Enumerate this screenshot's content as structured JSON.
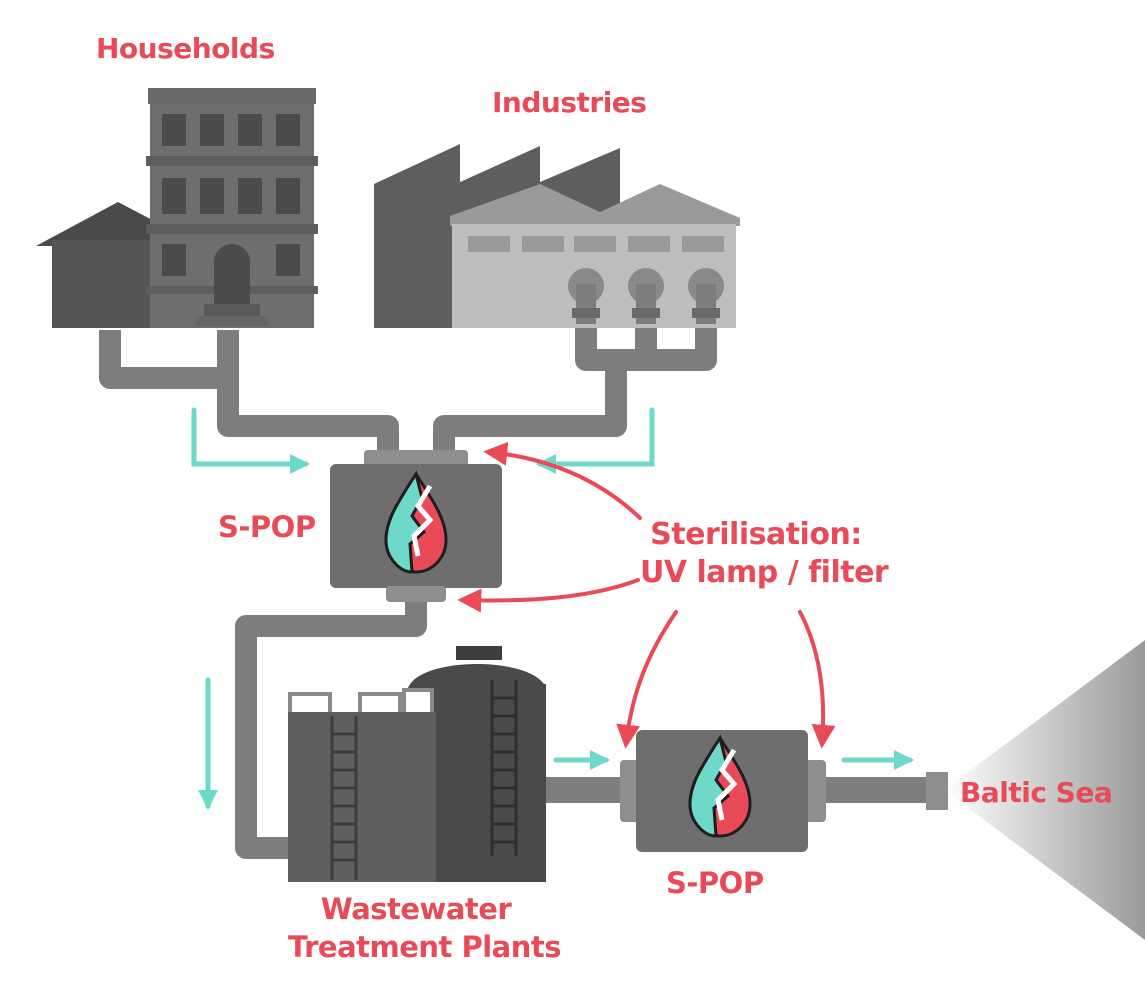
{
  "labels": {
    "households": "Households",
    "industries": "Industries",
    "spop_top": "S-POP",
    "sterilisation_line1": "Sterilisation:",
    "sterilisation_line2": "UV lamp / filter",
    "spop_bottom": "S-POP",
    "wwtp_line1": "Wastewater",
    "wwtp_line2": "Treatment Plants",
    "baltic_sea": "Baltic Sea"
  },
  "colors": {
    "label_red": "#e84a57",
    "flow_teal": "#6ed8c9",
    "pipe_gray": "#7d7d7d",
    "dark_gray": "#525252",
    "mid_gray": "#6b6b6b",
    "light_gray": "#b9b9b9"
  }
}
